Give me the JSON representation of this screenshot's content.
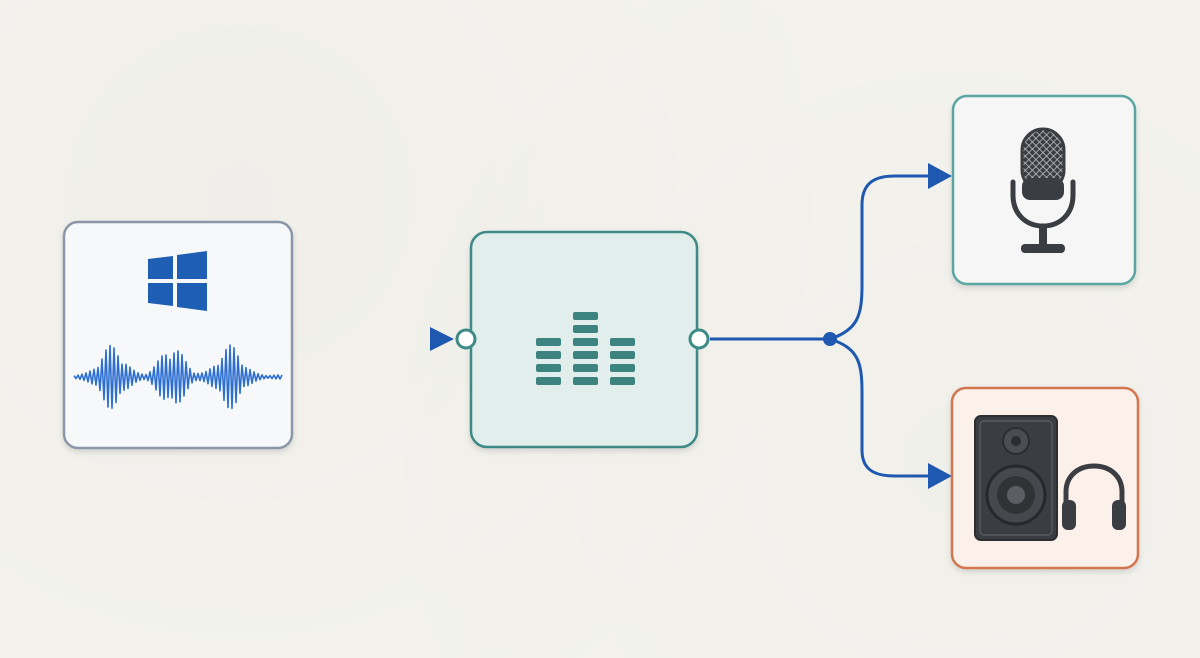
{
  "diagram": {
    "nodes": {
      "source": {
        "icon": "windows-logo-icon",
        "secondary_icon": "waveform-icon",
        "border_color": "#8a97a8",
        "fill": "#f7f8fa"
      },
      "processor": {
        "icon": "equalizer-icon",
        "border_color": "#3e8a86",
        "fill": "#e2eeec"
      },
      "microphone": {
        "icon": "microphone-icon",
        "border_color": "#5aa6a1",
        "fill": "#f5f6f5"
      },
      "playback": {
        "icon": "speaker-icon",
        "secondary_icon": "headphones-icon",
        "border_color": "#d2764f",
        "fill": "#fbf1ea"
      }
    },
    "edges": [
      {
        "from": "source",
        "to": "processor"
      },
      {
        "from": "processor",
        "to": "microphone"
      },
      {
        "from": "processor",
        "to": "playback"
      }
    ],
    "colors": {
      "connector": "#1f58b0",
      "windows_blue": "#1e5fb4",
      "equalizer_teal": "#3d8480",
      "device_dark": "#3a3d42",
      "background": "#f4f3ee"
    }
  }
}
